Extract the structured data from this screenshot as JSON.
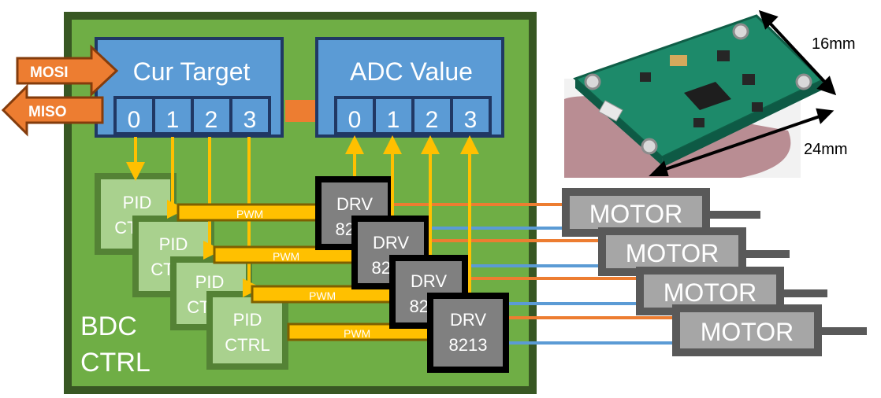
{
  "board": {
    "label_line1": "BDC",
    "label_line2": "CTRL"
  },
  "signals": {
    "mosi": "MOSI",
    "miso": "MISO",
    "pwm": "PWM"
  },
  "cur_target": {
    "title": "Cur Target",
    "cells": [
      "0",
      "1",
      "2",
      "3"
    ]
  },
  "adc_value": {
    "title": "ADC Value",
    "cells": [
      "0",
      "1",
      "2",
      "3"
    ]
  },
  "channels": [
    {
      "pid_line1": "PID",
      "pid_line2": "CTRL",
      "drv_line1": "DRV",
      "drv_line2": "8213",
      "motor": "MOTOR"
    },
    {
      "pid_line1": "PID",
      "pid_line2": "CTRL",
      "drv_line1": "DRV",
      "drv_line2": "8213",
      "motor": "MOTOR"
    },
    {
      "pid_line1": "PID",
      "pid_line2": "CTRL",
      "drv_line1": "DRV",
      "drv_line2": "8213",
      "motor": "MOTOR"
    },
    {
      "pid_line1": "PID",
      "pid_line2": "CTRL",
      "drv_line1": "DRV",
      "drv_line2": "8213",
      "motor": "MOTOR"
    }
  ],
  "dimensions": {
    "width_label": "16mm",
    "length_label": "24mm"
  },
  "colors": {
    "board_fill": "#6fae45",
    "board_border": "#385723",
    "register_fill": "#5b9bd5",
    "register_border": "#203864",
    "pid_fill": "#a9d18e",
    "pid_border": "#548235",
    "drv_fill": "#808080",
    "drv_border": "#000000",
    "motor_fill": "#a6a6a6",
    "motor_border": "#595959",
    "arrow_yellow": "#ffc000",
    "arrow_orange": "#ed7d31",
    "wire_orange": "#ed7d31",
    "wire_blue": "#5b9bd5"
  }
}
